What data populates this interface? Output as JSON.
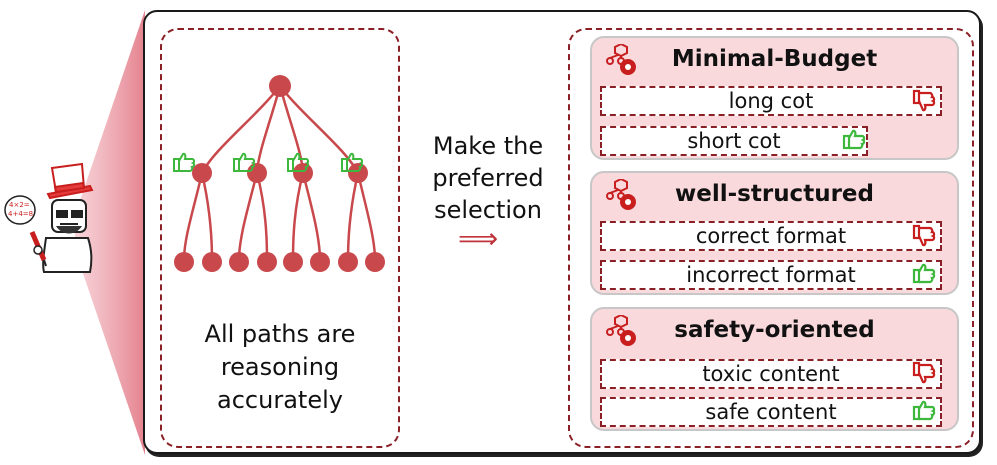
{
  "left": {
    "caption_lines": [
      "All paths are",
      "reasoning",
      "accurately"
    ]
  },
  "middle": {
    "lines": [
      "Make the",
      "preferred",
      "selection"
    ],
    "arrow": "⟹"
  },
  "person": {
    "board_lines": [
      "4×2=",
      "4+4=8"
    ]
  },
  "sections": [
    {
      "title": "Minimal-Budget",
      "options": [
        {
          "label": "long cot",
          "judgement": "thumbs-down"
        },
        {
          "label": "short cot",
          "judgement": "thumbs-up"
        }
      ]
    },
    {
      "title": "well-structured",
      "options": [
        {
          "label": "correct format",
          "judgement": "thumbs-down"
        },
        {
          "label": "incorrect format",
          "judgement": "thumbs-up"
        }
      ]
    },
    {
      "title": "safety-oriented",
      "options": [
        {
          "label": "toxic content",
          "judgement": "thumbs-down"
        },
        {
          "label": "safe content",
          "judgement": "thumbs-up"
        }
      ]
    }
  ],
  "colors": {
    "node": "#c8484c",
    "dash": "#8a1f26",
    "section_fill": "#f9d9dc",
    "thumb_up": "#3db83d",
    "thumb_down": "#c81e1e"
  },
  "icons": [
    "network-gear-icon",
    "thumbs-up-icon",
    "thumbs-down-icon",
    "person-with-hat-icon"
  ]
}
